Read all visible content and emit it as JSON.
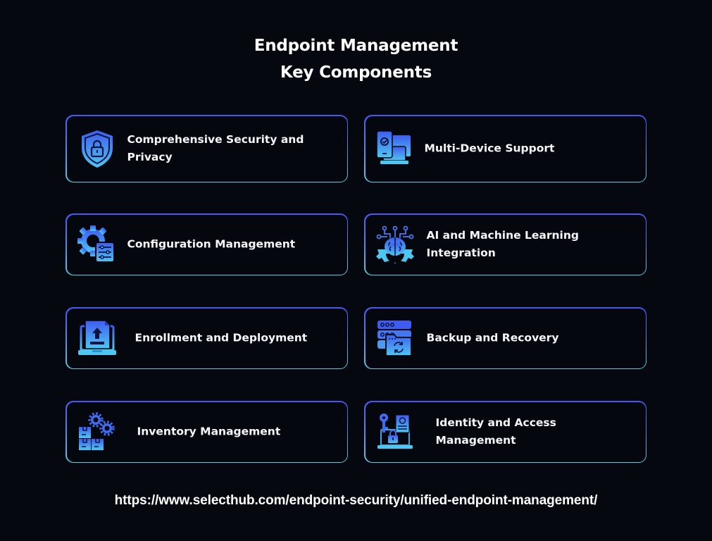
{
  "title": {
    "line1": "Endpoint Management",
    "line2": "Key Components"
  },
  "colors": {
    "background": "#05080f",
    "border_top": "#4658ee",
    "border_bottom": "#5ccbe0",
    "icon_gradient_top": "#3f5cf0",
    "icon_gradient_bottom": "#4ec6f2"
  },
  "components": [
    {
      "label_line1": "Comprehensive Security and",
      "label_line2": "Privacy",
      "icon": "shield-lock-icon"
    },
    {
      "label_line1": "Multi-Device Support",
      "label_line2": "",
      "icon": "multi-device-icon"
    },
    {
      "label_line1": "Configuration Management",
      "label_line2": "",
      "icon": "gear-settings-icon"
    },
    {
      "label_line1": "AI and Machine Learning",
      "label_line2": "Integration",
      "icon": "ai-brain-gear-icon"
    },
    {
      "label_line1": "Enrollment and Deployment",
      "label_line2": "",
      "icon": "laptop-upload-icon"
    },
    {
      "label_line1": "Backup and Recovery",
      "label_line2": "",
      "icon": "server-backup-icon"
    },
    {
      "label_line1": "Inventory Management",
      "label_line2": "",
      "icon": "boxes-gears-icon"
    },
    {
      "label_line1": "Identity and Access",
      "label_line2": "Management",
      "icon": "key-id-lock-icon"
    }
  ],
  "source_url": "https://www.selecthub.com/endpoint-security/unified-endpoint-management/"
}
